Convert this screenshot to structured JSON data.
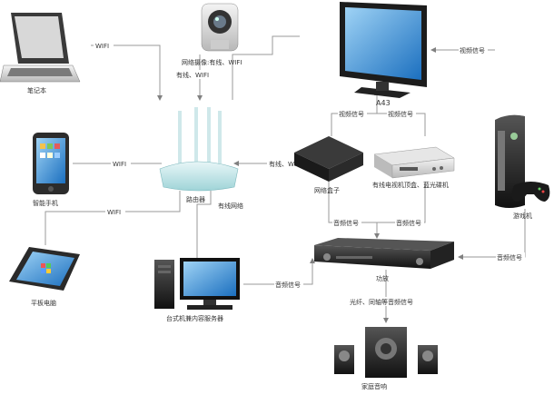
{
  "nodes": {
    "laptop": "笔记本",
    "camera": "网络摄像:有线、WIFI",
    "monitor": "A43",
    "smartphone": "智能手机",
    "router": "路由器",
    "network_box": "网络盒子",
    "set_top_box": "有线电视机顶盒、蓝光碟机",
    "game_console": "游戏机",
    "tablet": "平板电脑",
    "amplifier": "功放",
    "desktop": "台式机兼内容服务器",
    "speakers": "家庭音响"
  },
  "edge_labels": {
    "laptop_wifi": "WIFI",
    "camera_wired_wifi": "有线、WIFI",
    "phone_wifi": "WIFI",
    "tablet_wifi": "WIFI",
    "box_wired_wifi": "有线、WIFI",
    "desktop_wired": "有线网络",
    "game_video": "视频信号",
    "box_video": "视频信号",
    "stb_video": "视频信号",
    "box_audio": "音频信号",
    "stb_audio": "音频信号",
    "desktop_audio": "音频信号",
    "game_audio": "音频信号",
    "optical_audio": "光纤、同轴等音频信号"
  }
}
